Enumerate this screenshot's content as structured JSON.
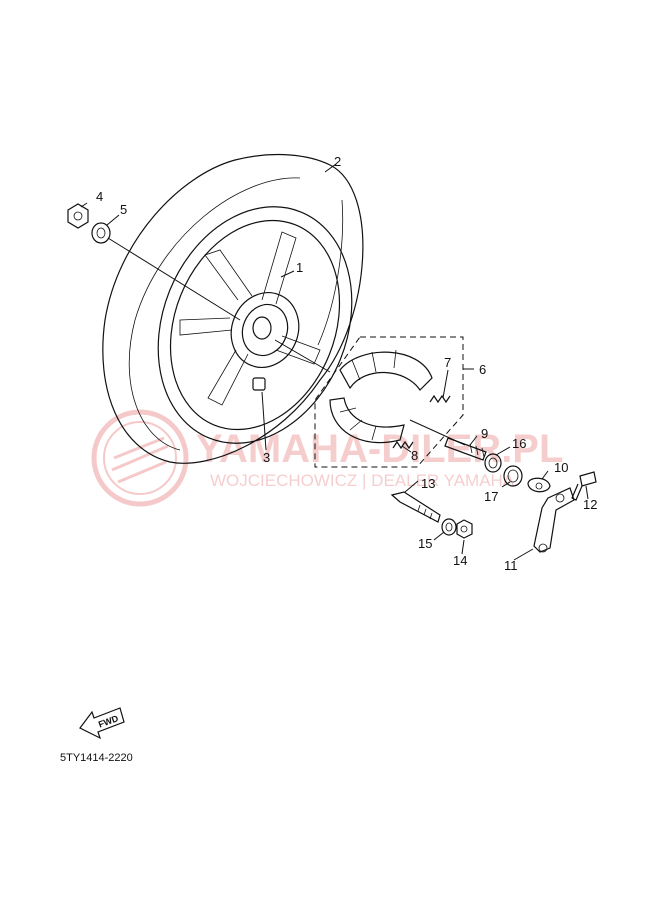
{
  "callouts": {
    "c1": "1",
    "c2": "2",
    "c3": "3",
    "c4": "4",
    "c5": "5",
    "c6": "6",
    "c7": "7",
    "c8": "8",
    "c9": "9",
    "c10": "10",
    "c11": "11",
    "c12": "12",
    "c13": "13",
    "c14": "14",
    "c15": "15",
    "c16": "16",
    "c17": "17"
  },
  "watermark": {
    "title": "YAMAHA-DILER.PL",
    "subtitle": "WOJCIECHOWICZ | DEALER YAMAHA",
    "color": "#e05050"
  },
  "fwd_label": "FWD",
  "diagram_code": "5TY1414-2220"
}
